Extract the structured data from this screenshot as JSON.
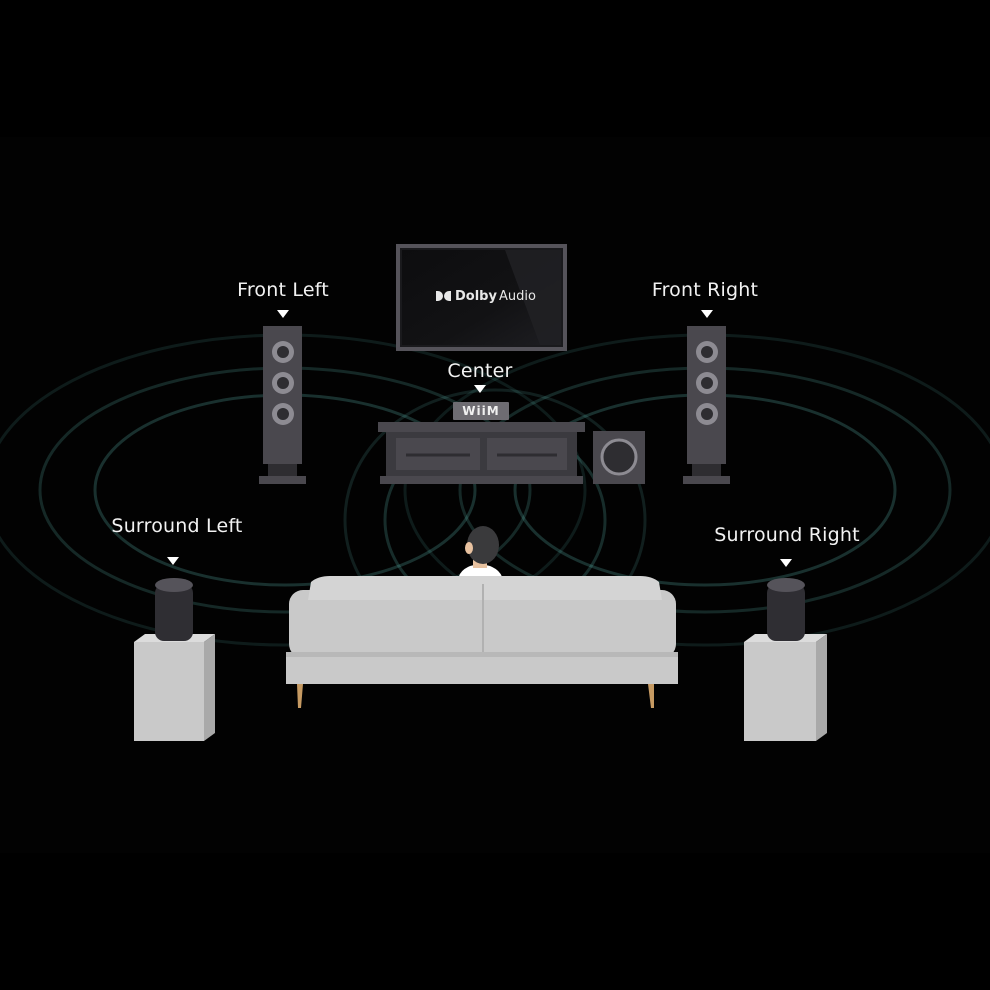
{
  "labels": {
    "front_left": "Front Left",
    "front_right": "Front Right",
    "center": "Center",
    "surround_left": "Surround Left",
    "surround_right": "Surround Right"
  },
  "tv": {
    "logo_brand": "Dolby",
    "logo_product": "Audio",
    "icon": "dolby-logo-icon"
  },
  "soundbar": {
    "brand": "WiiM"
  },
  "colors": {
    "background": "#000000",
    "wave": "#6fd6cf",
    "speaker": "#4a484e",
    "furniture": "#c9c9c9"
  }
}
